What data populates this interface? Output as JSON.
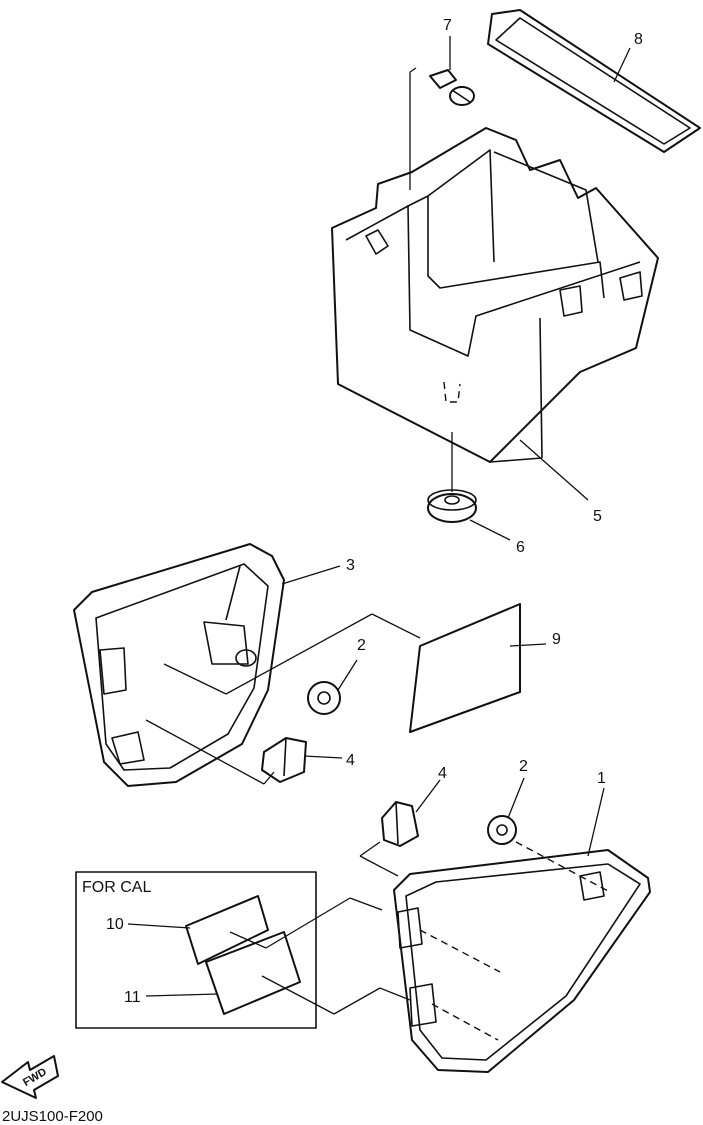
{
  "callouts": {
    "c1": "1",
    "c2a": "2",
    "c2b": "2",
    "c3": "3",
    "c4a": "4",
    "c4b": "4",
    "c5": "5",
    "c6": "6",
    "c7": "7",
    "c8": "8",
    "c9": "9",
    "c10": "10",
    "c11": "11"
  },
  "inset": {
    "label": "FOR CAL"
  },
  "fwd": {
    "label": "FWD"
  },
  "diagram_code": "2UJS100-F200"
}
